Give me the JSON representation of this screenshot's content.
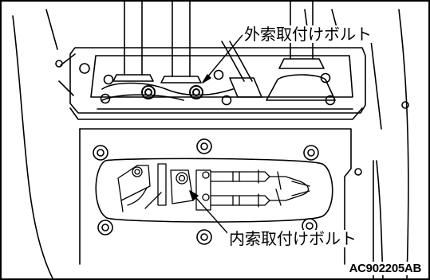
{
  "figure": {
    "callouts": {
      "outer_cable_bolt": "外索取付けボルト",
      "inner_cable_bolt": "内索取付けボルト"
    },
    "figure_code": "AC902205AB"
  },
  "colors": {
    "line": "#000000",
    "background": "#ffffff"
  }
}
